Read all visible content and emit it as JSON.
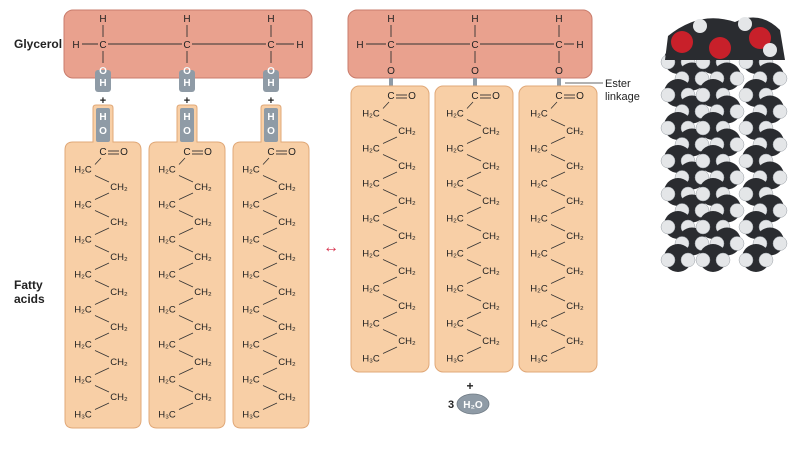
{
  "labels": {
    "glycerol": "Glycerol",
    "fatty": "Fatty",
    "acids": "acids",
    "ester_line1": "Ester",
    "ester_line2": "linkage",
    "water_coef": "3",
    "water": "H₂O",
    "plus": "+",
    "equilibrium": "↔"
  },
  "glycerol": {
    "top_atom": "H",
    "carbon": "C",
    "left_h": "H",
    "right_h": "H",
    "oxygen": "O",
    "hydrogen": "H"
  },
  "fatty_acid": {
    "top_group": "C",
    "carbonyl_o": "O",
    "hydroxyl_h": "H",
    "hydroxyl_o": "O",
    "chain": [
      "H₂C",
      "CH₂",
      "H₂C",
      "CH₂",
      "H₂C",
      "CH₂",
      "H₂C",
      "CH₂",
      "H₂C",
      "CH₂",
      "H₂C",
      "CH₂",
      "H₂C",
      "CH₂",
      "H₃C"
    ]
  },
  "colors": {
    "glycerol_fill": "#e9a18e",
    "glycerol_stroke": "#c97c6c",
    "acid_fill": "#f8cfa6",
    "acid_stroke": "#e0a878",
    "water_fill": "#8f9ba6",
    "arrow": "#d8344f",
    "oxygen_atom": "#c8202a",
    "carbon_atom": "#2a2c30",
    "hydrogen_atom": "#e4e6e8"
  }
}
